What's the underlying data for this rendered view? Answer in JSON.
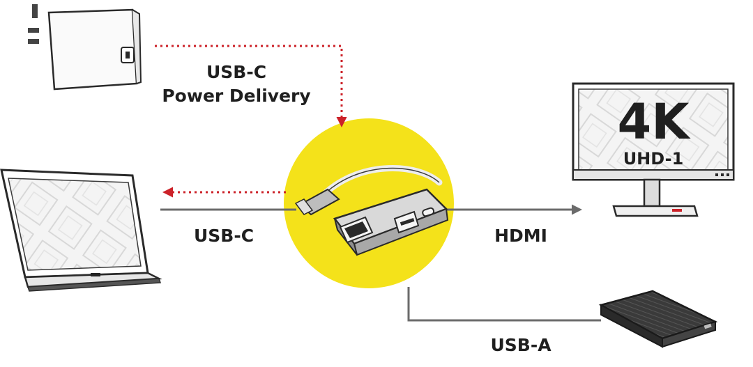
{
  "labels": {
    "power_delivery_line1": "USB-C",
    "power_delivery_line2": "Power Delivery",
    "laptop_connection": "USB-C",
    "monitor_connection": "HDMI",
    "drive_connection": "USB-A",
    "monitor_resolution": "4K",
    "monitor_standard": "UHD-1"
  },
  "icons": {
    "charger": "charger-icon",
    "laptop": "laptop-icon",
    "adapter": "usb-c-hub-icon",
    "monitor": "monitor-icon",
    "drive": "external-drive-icon"
  },
  "colors": {
    "power_arrow": "#cc2229",
    "data_line": "#6b6b6b",
    "highlight": "#f4e21a",
    "device_outline": "#2a2a2a",
    "label_text": "#1f1f1f"
  }
}
